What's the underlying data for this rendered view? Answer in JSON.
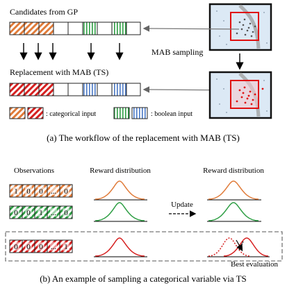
{
  "top": {
    "candidates_label": "Candidates from GP",
    "replacement_label": "Replacement with MAB (TS)",
    "mab_sampling_label": "MAB sampling",
    "legend": {
      "categorical_label": ": categorical input",
      "boolean_label": ": boolean input"
    },
    "caption": "(a) The workflow of the replacement with MAB (TS)"
  },
  "bottom": {
    "observations_label": "Observations",
    "reward_dist_left_label": "Reward distribution",
    "reward_dist_right_label": "Reward distribution",
    "update_label": "Update",
    "best_eval_label": "Best evaluation",
    "rows": [
      {
        "digits": [
          "1",
          "0",
          "0",
          "...",
          "0"
        ],
        "color": "#e07b39"
      },
      {
        "digits": [
          "0",
          "0",
          "1",
          "...",
          "0"
        ],
        "color": "#2e9e44"
      },
      {
        "digits": [
          "0",
          "0",
          "0",
          "...",
          "1"
        ],
        "color": "#d62020"
      }
    ],
    "caption": "(b) An example of sampling a categorical variable via TS"
  },
  "colors": {
    "orange": "#e07b39",
    "green": "#2e9e44",
    "red": "#d62020",
    "blue": "#4a78c4",
    "panel_bg": "#dce9f5"
  }
}
